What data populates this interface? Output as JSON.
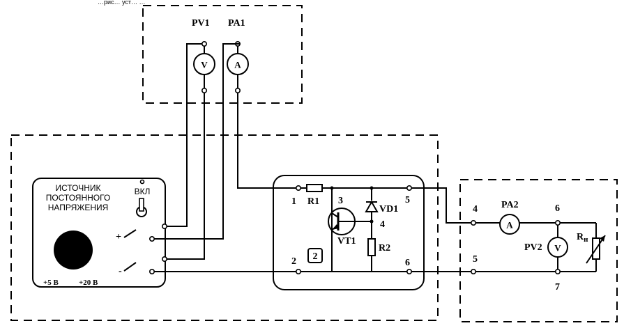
{
  "top_caption": "…рис… уст… …",
  "meters": {
    "pv1": {
      "name": "PV1",
      "symbol": "V"
    },
    "pa1": {
      "name": "PA1",
      "symbol": "A"
    },
    "pa2": {
      "name": "PA2",
      "symbol": "A"
    },
    "pv2": {
      "name": "PV2",
      "symbol": "V"
    }
  },
  "source": {
    "title_lines": [
      "ИСТОЧНИК",
      "ПОСТОЯННОГО",
      "НАПРЯЖЕНИЯ"
    ],
    "switch_label": "ВКЛ",
    "plus": "+",
    "minus": "-",
    "v5": "+5 В",
    "v20": "+20 В"
  },
  "module": {
    "badge": "2",
    "nodes": [
      "1",
      "2",
      "3",
      "4",
      "5",
      "6"
    ],
    "r1": "R1",
    "r2": "R2",
    "vt1": "VT1",
    "vd1": "VD1"
  },
  "load": {
    "nodes": [
      "4",
      "5",
      "6",
      "7"
    ],
    "rn": "R",
    "rn_sub": "н"
  }
}
